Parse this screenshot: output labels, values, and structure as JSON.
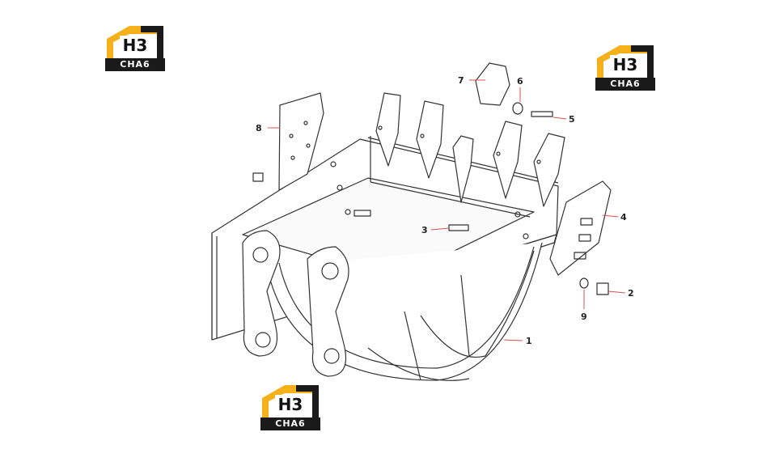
{
  "logos": [
    {
      "brand": "H3",
      "sub": "CHA6"
    },
    {
      "brand": "H3",
      "sub": "CHA6"
    },
    {
      "brand": "H3",
      "sub": "CHA6"
    }
  ],
  "callouts": [
    {
      "num": "1"
    },
    {
      "num": "2"
    },
    {
      "num": "3"
    },
    {
      "num": "4"
    },
    {
      "num": "5"
    },
    {
      "num": "6"
    },
    {
      "num": "7"
    },
    {
      "num": "8"
    },
    {
      "num": "9"
    }
  ],
  "colors": {
    "line": "#333333",
    "leader": "#d9534f",
    "logo_yellow": "#f5b01a",
    "logo_dark": "#1a1a1a"
  }
}
